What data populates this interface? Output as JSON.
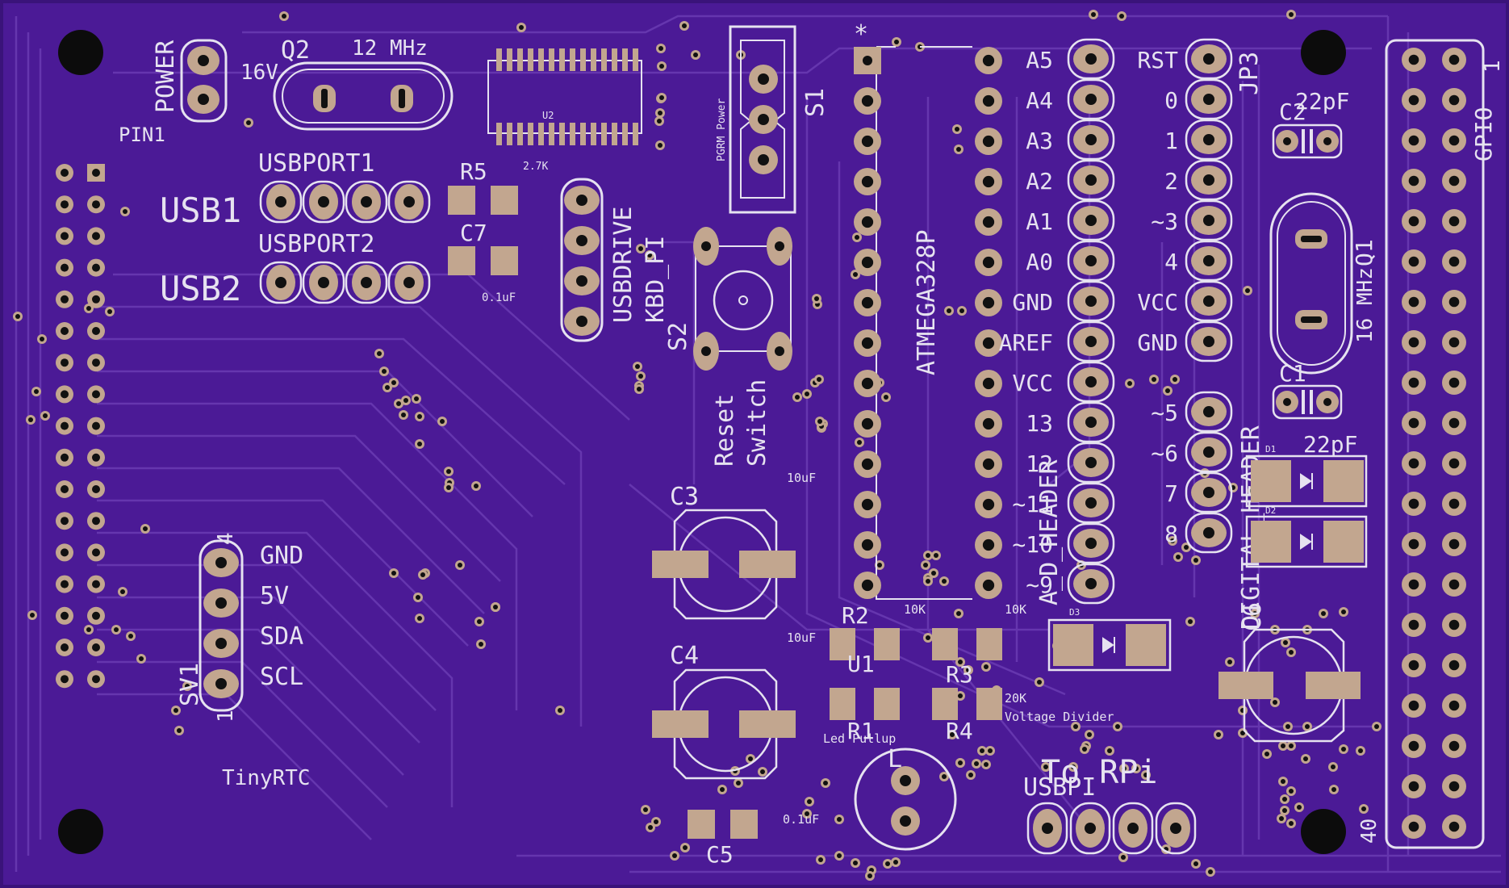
{
  "colors": {
    "board": "#4b1a96",
    "board_edge": "#3a137a",
    "trace": "#6a3bb3",
    "pad": "#c2a68f",
    "silk": "#e6e2f0",
    "drill": "#111111"
  },
  "labels": {
    "q2": "Q2",
    "q2_freq": "12 MHz",
    "power": "POWER",
    "power_v": "16V",
    "pin1": "PIN1",
    "usbport1": "USBPORT1",
    "usbport2": "USBPORT2",
    "usb1": "USB1",
    "usb2": "USB2",
    "r5": "R5",
    "r5_val": "2.7K",
    "c7": "C7",
    "c7_val": "0.1uF",
    "u2": "U2",
    "usbdrive": "USBDRIVE",
    "kbd": "KBD_PI",
    "pgrm": "PGRM Power",
    "s1": "S1",
    "s2": "S2",
    "reset": "Reset",
    "switch": "Switch",
    "star": "*",
    "atmega": "ATMEGA328P",
    "jp3": "JP3",
    "c2": "C2",
    "c2_val": "22pF",
    "gpio": "GPIO",
    "gpio_1": "1",
    "gpio_40": "40",
    "q1": "Q1",
    "q1_freq": "16 MHz",
    "c1": "C1",
    "c1_val": "22pF",
    "d1": "D1",
    "d2": "D2",
    "d3": "D3",
    "digital_header": "DIGITAL_HEADER",
    "ad_header": "A_D_HEADER",
    "c3": "C3",
    "c3_val": "10uF",
    "c4": "C4",
    "c4_val": "10uF",
    "c5": "C5",
    "c5_val": "0.1uF",
    "c6": "C6",
    "r1": "R1",
    "r2": "R2",
    "r2_val": "10K",
    "r3": "R3",
    "r3_val": "10K",
    "r4": "R4",
    "r4_val": "20K",
    "u1": "U1",
    "led": "L",
    "led_pullup": "Led Pullup",
    "voltage_divider": "Voltage Divider",
    "to_rpi": "To RPi",
    "usbpi": "USBPI",
    "tinyrtc": "TinyRTC",
    "sv1": "SV1",
    "sv1_1": "1",
    "sv1_4": "4",
    "rtc_gnd": "GND",
    "rtc_5v": "5V",
    "rtc_sda": "SDA",
    "rtc_scl": "SCL"
  },
  "ad_left_pins": [
    "A5",
    "A4",
    "A3",
    "A2",
    "A1",
    "A0",
    "GND",
    "AREF",
    "VCC",
    "13",
    "12",
    "~11",
    "~10",
    "~9"
  ],
  "digital_pins": [
    "RST",
    "0",
    "1",
    "2",
    "~3",
    "4",
    "VCC",
    "GND",
    "~5",
    "~6",
    "7",
    "8"
  ]
}
